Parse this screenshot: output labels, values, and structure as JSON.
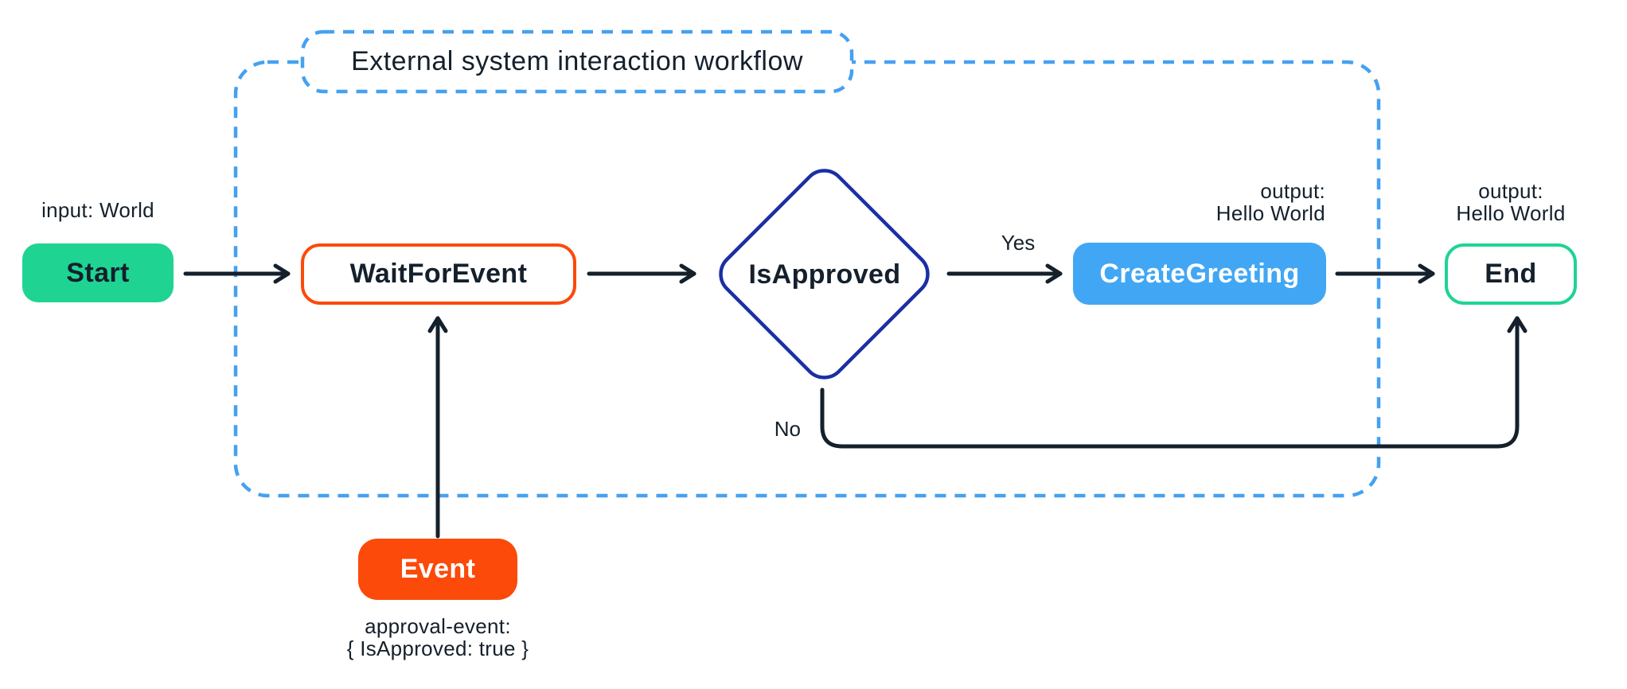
{
  "diagram": {
    "title": "External system interaction workflow",
    "nodes": {
      "start": {
        "label": "Start",
        "annotation": "input: World"
      },
      "wait_for_event": {
        "label": "WaitForEvent"
      },
      "is_approved": {
        "label": "IsApproved"
      },
      "create_greeting": {
        "label": "CreateGreeting",
        "annotation_line1": "output:",
        "annotation_line2": "Hello World"
      },
      "end": {
        "label": "End",
        "annotation_line1": "output:",
        "annotation_line2": "Hello World"
      },
      "event": {
        "label": "Event",
        "annotation_line1": "approval-event:",
        "annotation_line2": "{ IsApproved: true }"
      }
    },
    "edges": {
      "yes_label": "Yes",
      "no_label": "No"
    },
    "colors": {
      "start_green": "#1FD492",
      "orange": "#FB4A0A",
      "activity_blue": "#41A7F5",
      "dashed_container_blue": "#45A1F1",
      "diamond_navy": "#1B2FA5",
      "ink": "#14202C"
    }
  }
}
